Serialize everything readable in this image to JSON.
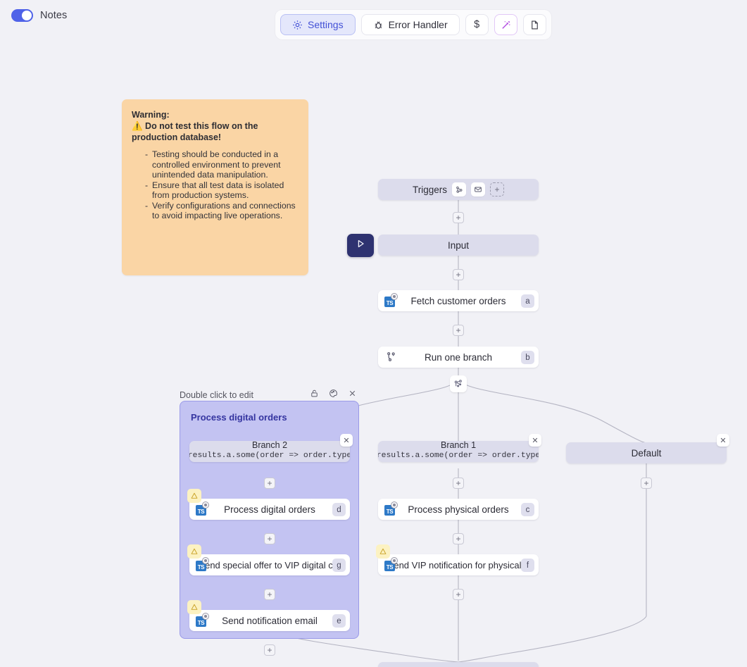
{
  "topbar": {
    "notes_label": "Notes",
    "notes_toggle_on": true,
    "buttons": [
      {
        "label": "Settings",
        "icon": "gear-icon",
        "active": true
      },
      {
        "label": "Error Handler",
        "icon": "bug-icon",
        "active": false
      },
      {
        "label": "$",
        "icon": "dollar-icon",
        "active": false
      },
      {
        "label": "",
        "icon": "magic-wand-icon",
        "active": false
      },
      {
        "label": "",
        "icon": "file-icon",
        "active": false
      }
    ]
  },
  "note": {
    "title": "Warning:",
    "headline": "⚠️ Do not test this flow on the production database!",
    "bullets": [
      "Testing should be conducted in a controlled environment to prevent unintended data manipulation.",
      "Ensure that all test data is isolated from production systems.",
      "Verify configurations and connections to avoid impacting live operations."
    ],
    "background": "#fad5a5"
  },
  "flow": {
    "triggers": {
      "label": "Triggers",
      "chips": [
        "webhook-icon",
        "email-icon",
        "add-trigger-icon"
      ]
    },
    "input": {
      "label": "Input"
    },
    "run_button": {
      "icon": "play-icon",
      "color": "#2e3270"
    },
    "nodes": {
      "fetch_customer_orders": {
        "label": "Fetch customer orders",
        "badge": "a",
        "icon": "typescript-icon"
      },
      "run_one_branch": {
        "label": "Run one branch",
        "badge": "b",
        "icon": "branch-icon"
      },
      "process_physical_orders": {
        "label": "Process physical orders",
        "badge": "c",
        "icon": "typescript-icon"
      },
      "send_vip_notification_physical": {
        "label": "Send VIP notification for physical...",
        "badge": "f",
        "icon": "typescript-icon",
        "warning": true
      },
      "process_digital_orders": {
        "label": "Process digital orders",
        "badge": "d",
        "icon": "typescript-icon",
        "warning": true
      },
      "send_special_offer_vip": {
        "label": "Send special offer to VIP digital c...",
        "badge": "g",
        "icon": "typescript-icon",
        "warning": true
      },
      "send_notification_email": {
        "label": "Send notification email",
        "badge": "e",
        "icon": "typescript-icon",
        "warning": true
      }
    },
    "branches": {
      "branch_2": {
        "title": "Branch 2",
        "code": "results.a.some(order => order.type"
      },
      "branch_1": {
        "title": "Branch 1",
        "code": "results.a.some(order => order.type"
      },
      "default": {
        "title": "Default"
      }
    },
    "group": {
      "header_hint": "Double click to edit",
      "header_icons": [
        "lock-icon",
        "palette-icon",
        "close-icon"
      ],
      "title": "Process digital orders",
      "color": "#c3c3f2"
    },
    "connector_symbol": "+"
  },
  "colors": {
    "canvas": "#f1f1f6",
    "node_lavender": "#dcdcec",
    "accent_blue": "#4f62e8",
    "group_purple": "#c3c3f2",
    "note_orange": "#fad5a5",
    "run_navy": "#2e3270"
  }
}
